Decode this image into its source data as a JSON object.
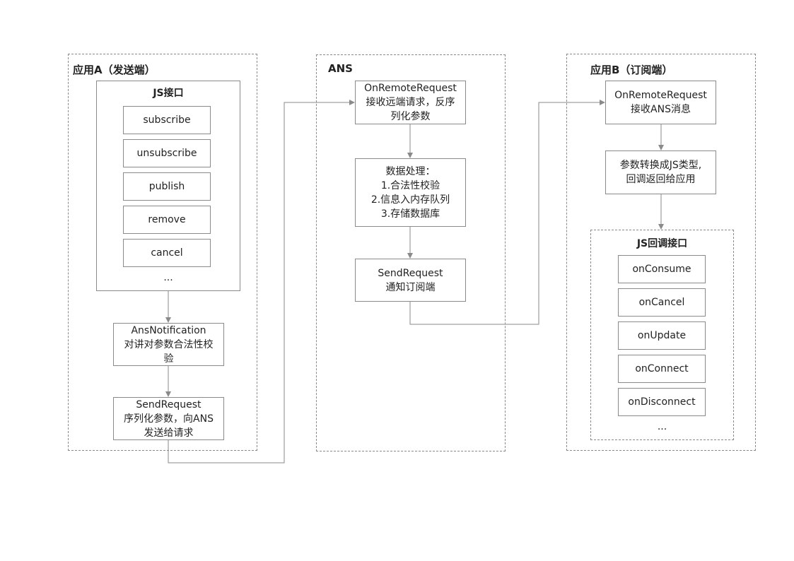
{
  "app_a": {
    "title": "应用A（发送端）",
    "js_interface_title": "JS接口",
    "methods": [
      "subscribe",
      "unsubscribe",
      "publish",
      "remove",
      "cancel"
    ],
    "ellipsis": "...",
    "ans_notification": [
      "AnsNotification",
      "对讲对参数合法性校",
      "验"
    ],
    "send_request": [
      "SendRequest",
      "序列化参数，向ANS",
      "发送给请求"
    ]
  },
  "ans": {
    "title": "ANS",
    "on_remote_request": [
      "OnRemoteRequest",
      "接收远端请求，反序",
      "列化参数"
    ],
    "data_processing": [
      "数据处理：",
      "1.合法性校验",
      "2.信息入内存队列",
      "3.存储数据库"
    ],
    "send_request": [
      "SendRequest",
      "通知订阅端"
    ]
  },
  "app_b": {
    "title": "应用B（订阅端）",
    "on_remote_request": [
      "OnRemoteRequest",
      "接收ANS消息"
    ],
    "convert": [
      "参数转换成JS类型,",
      "回调返回给应用"
    ],
    "js_callback_title": "JS回调接口",
    "callbacks": [
      "onConsume",
      "onCancel",
      "onUpdate",
      "onConnect",
      "onDisconnect"
    ],
    "ellipsis": "..."
  }
}
